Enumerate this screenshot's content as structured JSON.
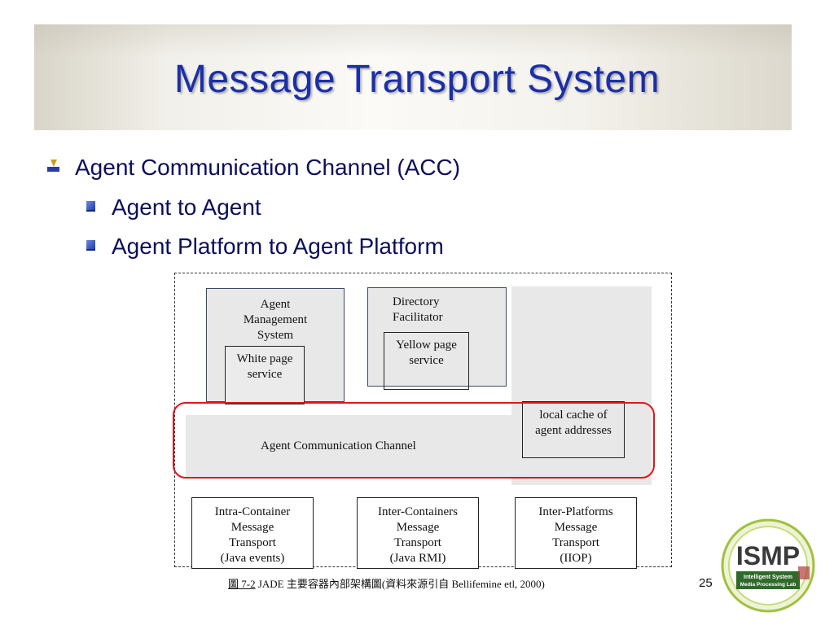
{
  "slide": {
    "title": "Message Transport System",
    "page_number": "25"
  },
  "bullets": {
    "level1": "Agent Communication Channel (ACC)",
    "level2": [
      "Agent to Agent",
      "Agent Platform to Agent Platform"
    ]
  },
  "figure": {
    "ams_label": [
      "Agent",
      "Management",
      "System"
    ],
    "white_page": [
      "White page",
      "service"
    ],
    "df_label": [
      "Directory",
      "Facilitator"
    ],
    "yellow_page": [
      "Yellow page",
      "service"
    ],
    "local_cache": [
      "local cache of",
      "agent addresses"
    ],
    "acc_label": "Agent Communication Channel",
    "intra": [
      "Intra-Container",
      "Message",
      "Transport",
      "(Java events)"
    ],
    "inter_containers": [
      "Inter-Containers",
      "Message",
      "Transport",
      "(Java RMI)"
    ],
    "inter_platforms": [
      "Inter-Platforms",
      "Message",
      "Transport",
      "(IIOP)"
    ],
    "highlight_color": "#e0161a"
  },
  "caption": {
    "figure_number": "圖 7-2",
    "text": " JADE 主要容器內部架構圖(資料來源引自 Bellifemine etl, 2000)"
  },
  "logo": {
    "mark": "ISMP",
    "line1": "Intelligent System",
    "line2": "Media Processing Lab"
  },
  "colors": {
    "title": "#1b2fa8",
    "body_text": "#0b0e5a"
  }
}
